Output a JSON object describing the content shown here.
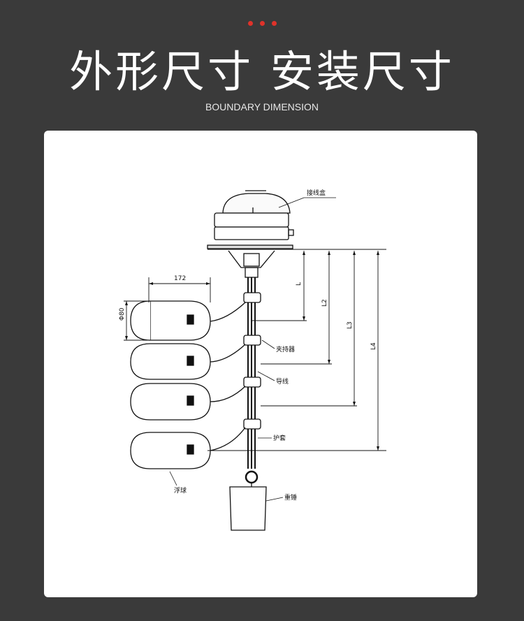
{
  "header": {
    "title": "外形尺寸 安装尺寸",
    "subtitle": "BOUNDARY DIMENSION"
  },
  "diagram": {
    "labels": {
      "junction_box": "接线盒",
      "clamp": "夹持器",
      "cable": "导线",
      "sheath": "护套",
      "float": "浮球",
      "weight": "重锤"
    },
    "dimensions": {
      "width": "172",
      "height": "Φ80",
      "l1": "L",
      "l2": "L2",
      "l3": "L3",
      "l4": "L4"
    }
  },
  "colors": {
    "background": "#3a3a3a",
    "accent": "#e0322a",
    "card": "#ffffff"
  }
}
